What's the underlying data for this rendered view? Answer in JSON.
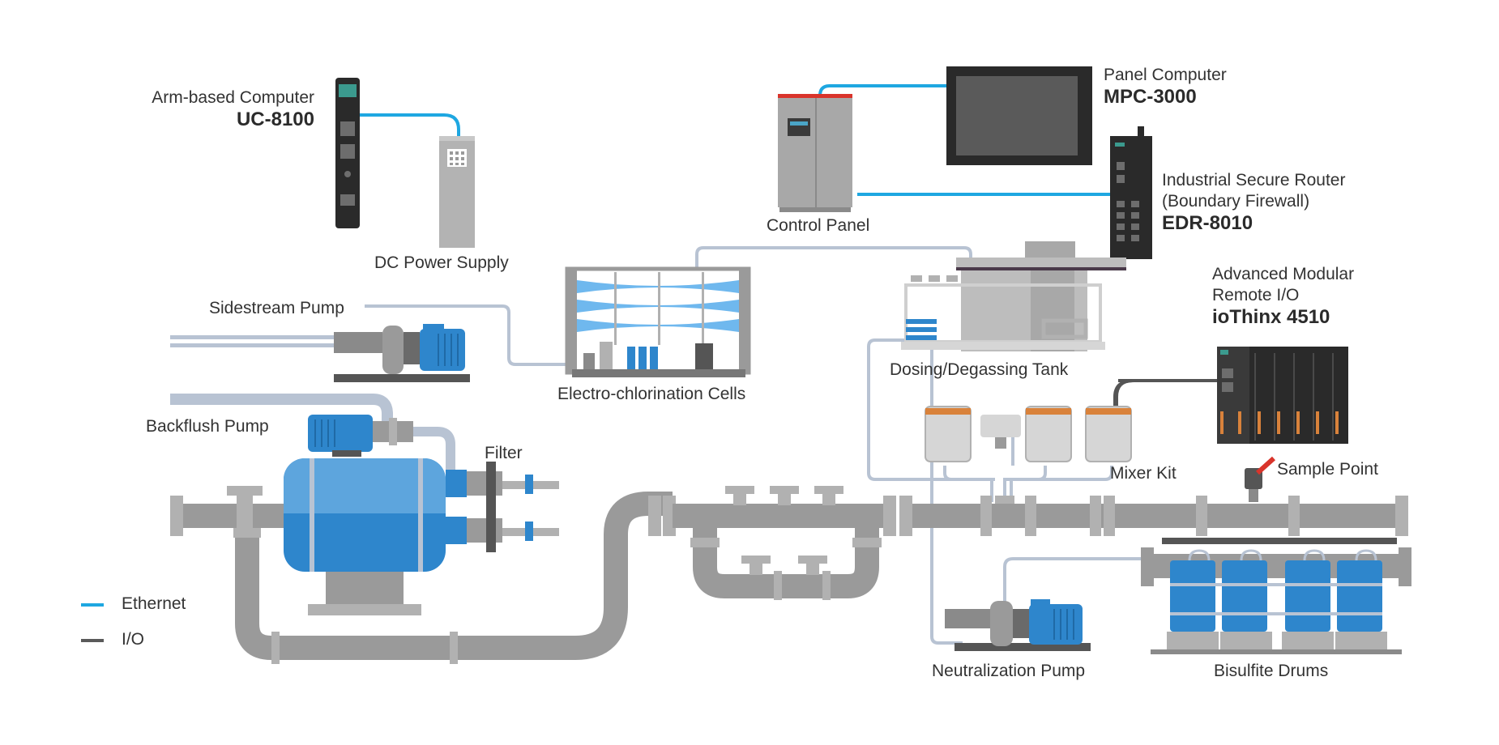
{
  "diagram": {
    "labels": {
      "uc8100_desc": "Arm-based Computer",
      "uc8100_model": "UC-8100",
      "dc_power": "DC Power Supply",
      "control_panel": "Control Panel",
      "mpc_desc": "Panel Computer",
      "mpc_model": "MPC-3000",
      "edr_desc1": "Industrial Secure Router",
      "edr_desc2": "(Boundary Firewall)",
      "edr_model": "EDR-8010",
      "iothinx_desc1": "Advanced Modular",
      "iothinx_desc2": "Remote I/O",
      "iothinx_model": "ioThinx 4510",
      "sidestream_pump": "Sidestream Pump",
      "electro_cells": "Electro-chlorination Cells",
      "dosing_tank": "Dosing/Degassing Tank",
      "backflush_pump": "Backflush Pump",
      "filter": "Filter",
      "mixer_kit": "Mixer Kit",
      "sample_point": "Sample Point",
      "neutralization_pump": "Neutralization Pump",
      "bisulfite_drums": "Bisulfite Drums"
    },
    "legend": [
      {
        "label": "Ethernet",
        "color": "#1ea7e1"
      },
      {
        "label": "I/O",
        "color": "#5a5a5a"
      }
    ],
    "colors": {
      "ethernet": "#1ea7e1",
      "io": "#555555",
      "pipe": "#9a9a9a",
      "pipe_light": "#b8c3d3",
      "equipment_blue": "#2e86cc",
      "equipment_blue_light": "#5da5dd",
      "device_dark": "#2a2a2a",
      "accent_orange": "#d9823b",
      "accent_red": "#d9342b"
    }
  }
}
